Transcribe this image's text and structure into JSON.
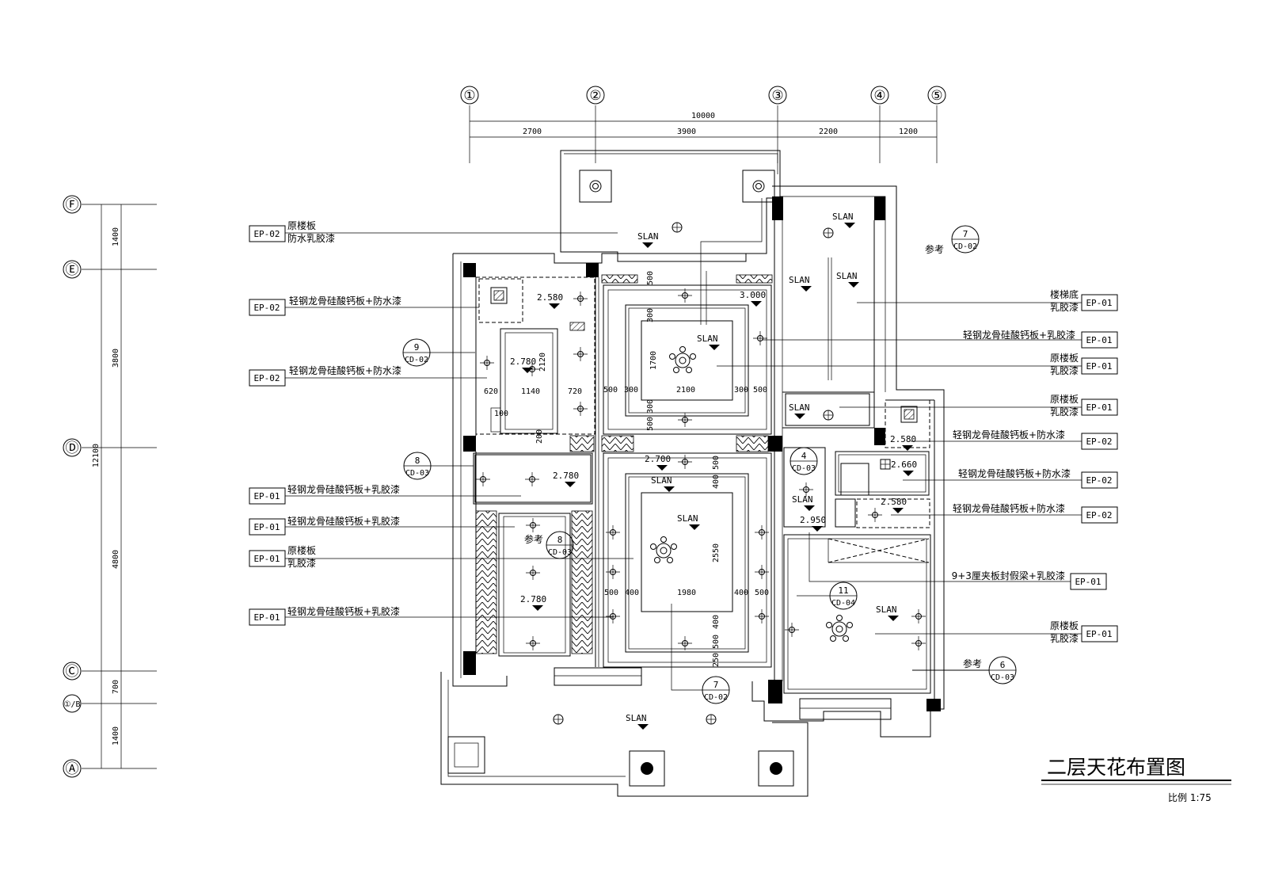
{
  "title": "二层天花布置图",
  "scale": "比例 1:75",
  "grid_columns": [
    "①",
    "②",
    "③",
    "④",
    "⑤"
  ],
  "grid_rows": [
    "Ⓕ",
    "Ⓔ",
    "Ⓓ",
    "Ⓒ",
    "①/B",
    "Ⓐ"
  ],
  "dims_top_total": "10000",
  "dims_top": [
    "2700",
    "3900",
    "2200",
    "1200"
  ],
  "dims_left_total": "12100",
  "dims_left": [
    "1400",
    "3800",
    "4800",
    "700",
    "1400"
  ],
  "room_dims": {
    "a": [
      "620",
      "1140",
      "720",
      "2120",
      "100",
      "200"
    ],
    "b": [
      "500",
      "300",
      "2100",
      "300",
      "500",
      "1700",
      "500",
      "300",
      "300",
      "500"
    ],
    "c": [
      "500",
      "400",
      "1980",
      "400",
      "500",
      "2550",
      "500",
      "400",
      "400",
      "500",
      "250"
    ]
  },
  "heights": {
    "h1": "2.580",
    "h2": "3.000",
    "h3": "2.780",
    "h4": "2.780",
    "h5": "2.700",
    "h6": "2.780",
    "h7": "2.580",
    "h8": "2.660",
    "h9": "2.580",
    "h10": "2.950"
  },
  "slan": "SLAN",
  "ref_word": "参考",
  "callouts": [
    {
      "num": "7",
      "sheet": "CD-02"
    },
    {
      "num": "9",
      "sheet": "CD-02"
    },
    {
      "num": "8",
      "sheet": "CD-03"
    },
    {
      "num": "4",
      "sheet": "CD-03"
    },
    {
      "num": "8",
      "sheet": "CD-03"
    },
    {
      "num": "11",
      "sheet": "CD-04"
    },
    {
      "num": "6",
      "sheet": "CD-03"
    },
    {
      "num": "7",
      "sheet": "CD-02"
    }
  ],
  "left_notes": [
    {
      "code": "EP-02",
      "text": [
        "原楼板",
        "防水乳胶漆"
      ]
    },
    {
      "code": "EP-02",
      "text": [
        "轻钢龙骨硅酸钙板+防水漆"
      ]
    },
    {
      "code": "EP-02",
      "text": [
        "轻钢龙骨硅酸钙板+防水漆"
      ]
    },
    {
      "code": "EP-01",
      "text": [
        "轻钢龙骨硅酸钙板+乳胶漆"
      ]
    },
    {
      "code": "EP-01",
      "text": [
        "轻钢龙骨硅酸钙板+乳胶漆"
      ]
    },
    {
      "code": "EP-01",
      "text": [
        "原楼板",
        "乳胶漆"
      ]
    },
    {
      "code": "EP-01",
      "text": [
        "轻钢龙骨硅酸钙板+乳胶漆"
      ]
    }
  ],
  "right_notes": [
    {
      "code": "EP-01",
      "text": [
        "楼梯底",
        "乳胶漆"
      ]
    },
    {
      "code": "EP-01",
      "text": [
        "轻钢龙骨硅酸钙板+乳胶漆"
      ]
    },
    {
      "code": "EP-01",
      "text": [
        "原楼板",
        "乳胶漆"
      ]
    },
    {
      "code": "EP-01",
      "text": [
        "原楼板",
        "乳胶漆"
      ]
    },
    {
      "code": "EP-02",
      "text": [
        "轻钢龙骨硅酸钙板+防水漆"
      ]
    },
    {
      "code": "EP-02",
      "text": [
        "轻钢龙骨硅酸钙板+防水漆"
      ]
    },
    {
      "code": "EP-02",
      "text": [
        "轻钢龙骨硅酸钙板+防水漆"
      ]
    },
    {
      "code": "EP-01",
      "text": [
        "9+3厘夹板封假梁+乳胶漆"
      ]
    },
    {
      "code": "EP-01",
      "text": [
        "原楼板",
        "乳胶漆"
      ]
    }
  ]
}
